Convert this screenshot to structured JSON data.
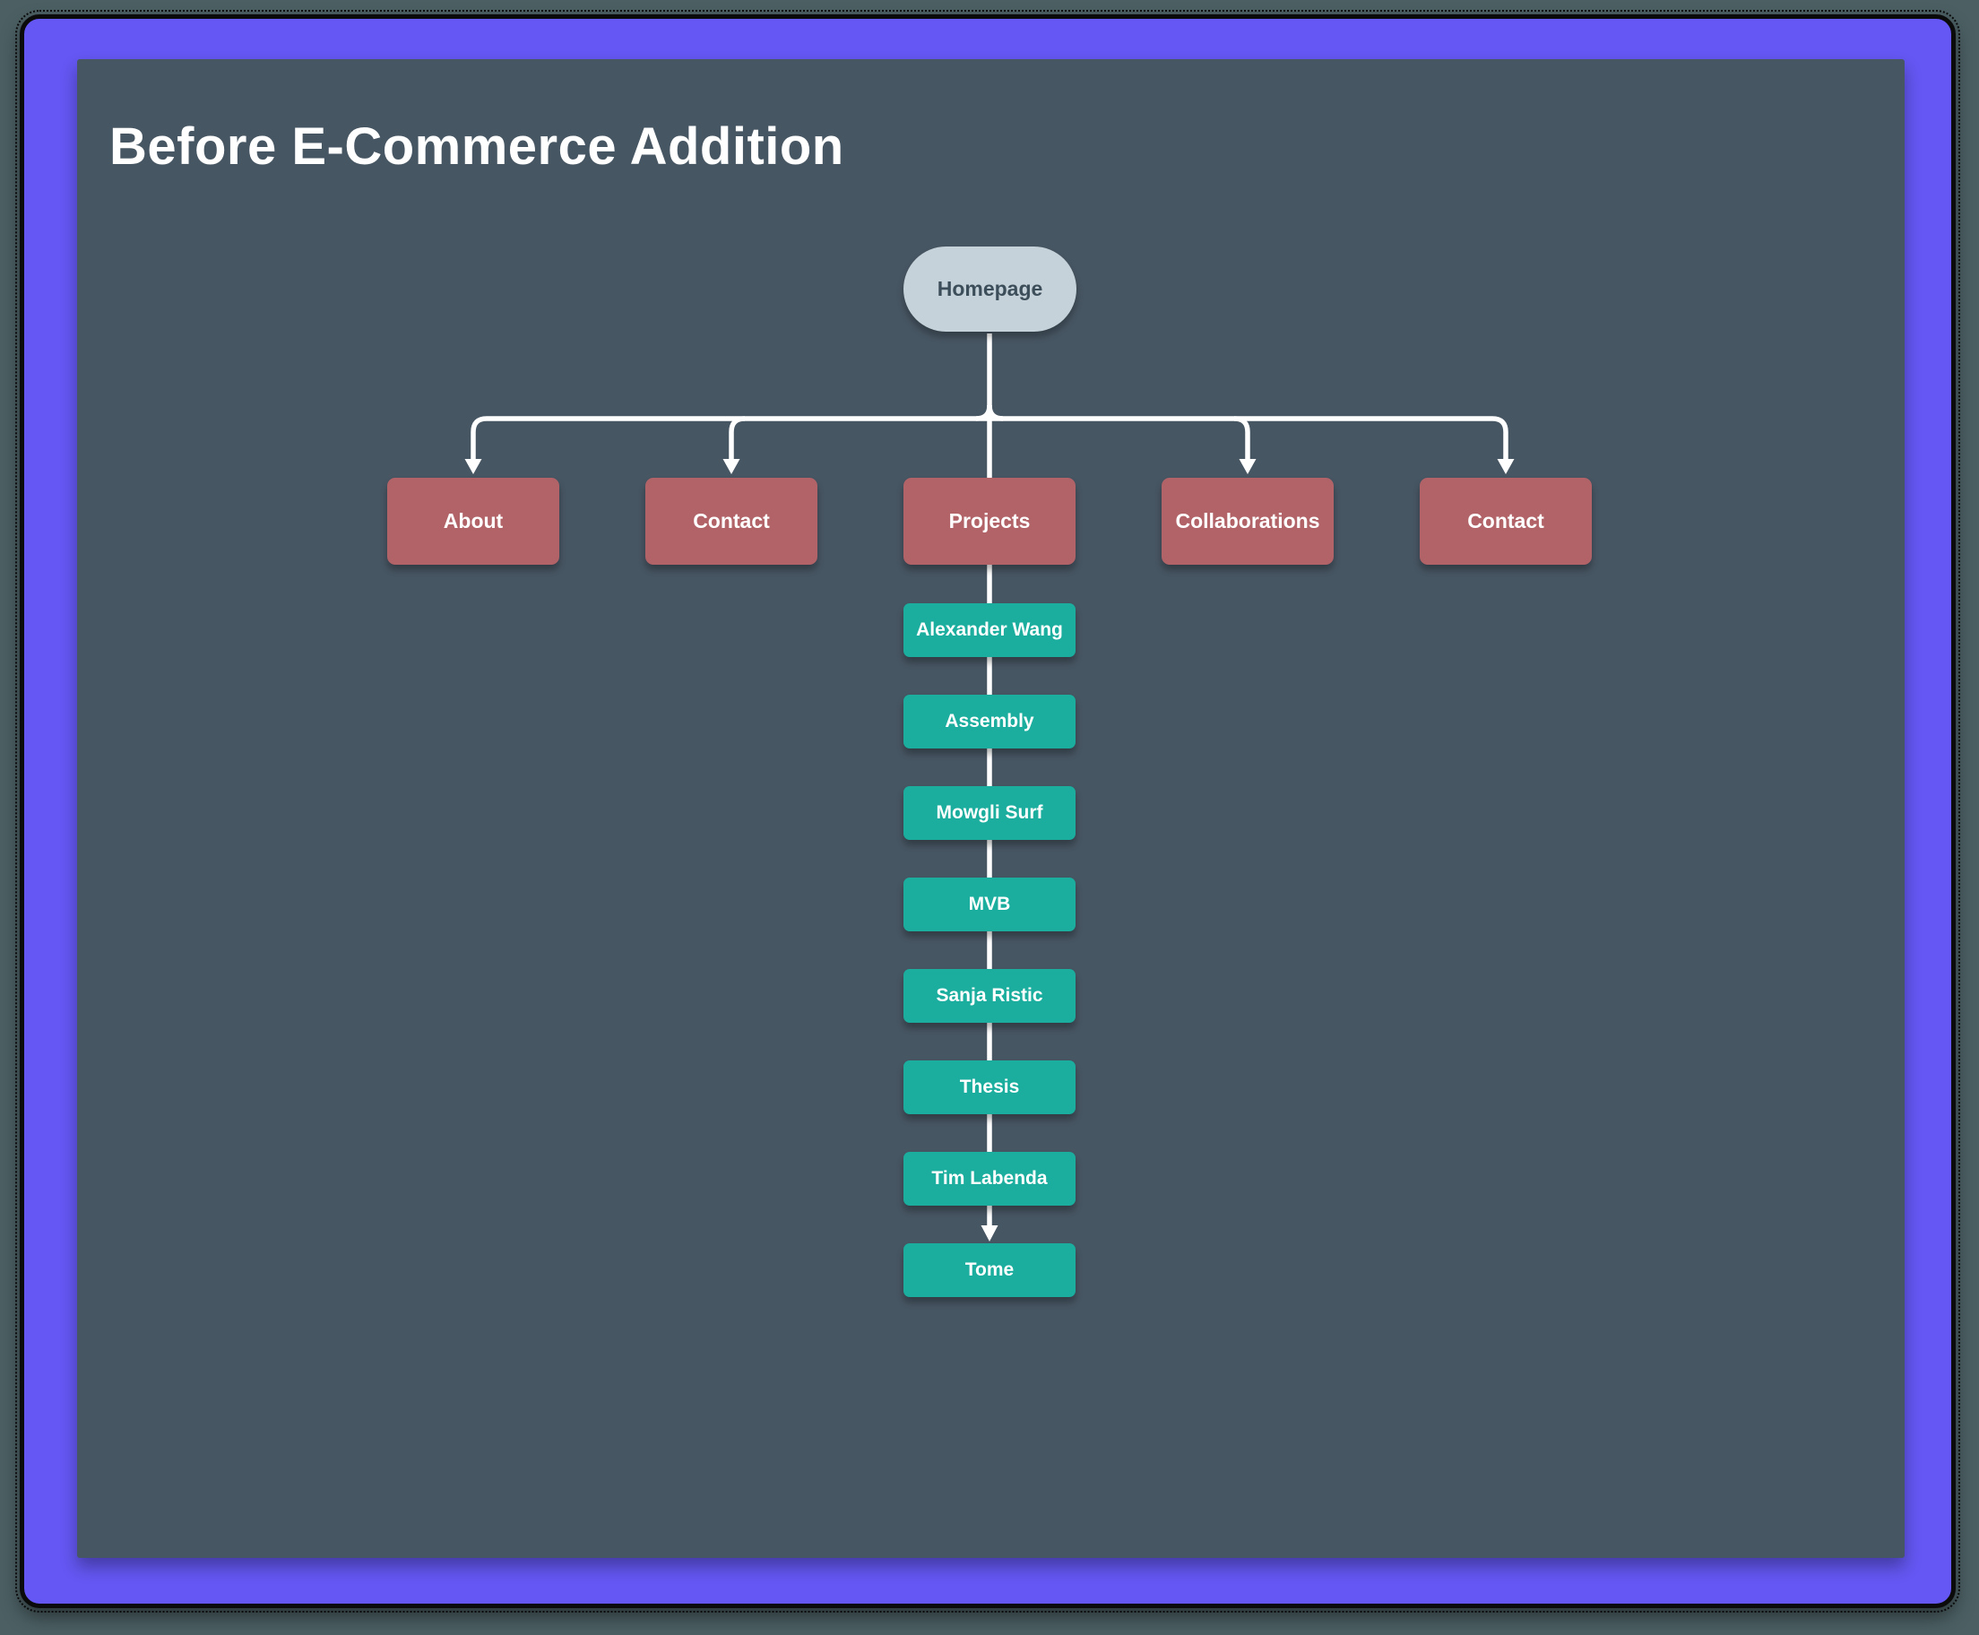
{
  "title": "Before E-Commerce Addition",
  "diagram": {
    "root": {
      "label": "Homepage",
      "type": "homepage"
    },
    "level2": [
      {
        "label": "About"
      },
      {
        "label": "Contact"
      },
      {
        "label": "Projects"
      },
      {
        "label": "Collaborations"
      },
      {
        "label": "Contact"
      }
    ],
    "projects_children": [
      {
        "label": "Alexander Wang"
      },
      {
        "label": "Assembly"
      },
      {
        "label": "Mowgli Surf"
      },
      {
        "label": "MVB"
      },
      {
        "label": "Sanja Ristic"
      },
      {
        "label": "Thesis"
      },
      {
        "label": "Tim Labenda"
      },
      {
        "label": "Tome"
      }
    ]
  },
  "colors": {
    "background": "#4C6064",
    "frame": "#6457F3",
    "frame_border": "#0B0B0B",
    "panel": "#475663",
    "root_node": "#C6D2D9",
    "root_node_text": "#3D4E5B",
    "page_node": "#B16368",
    "project_node": "#1BAE9E",
    "connector": "#FFFFFF",
    "title_text": "#FFFFFF"
  }
}
